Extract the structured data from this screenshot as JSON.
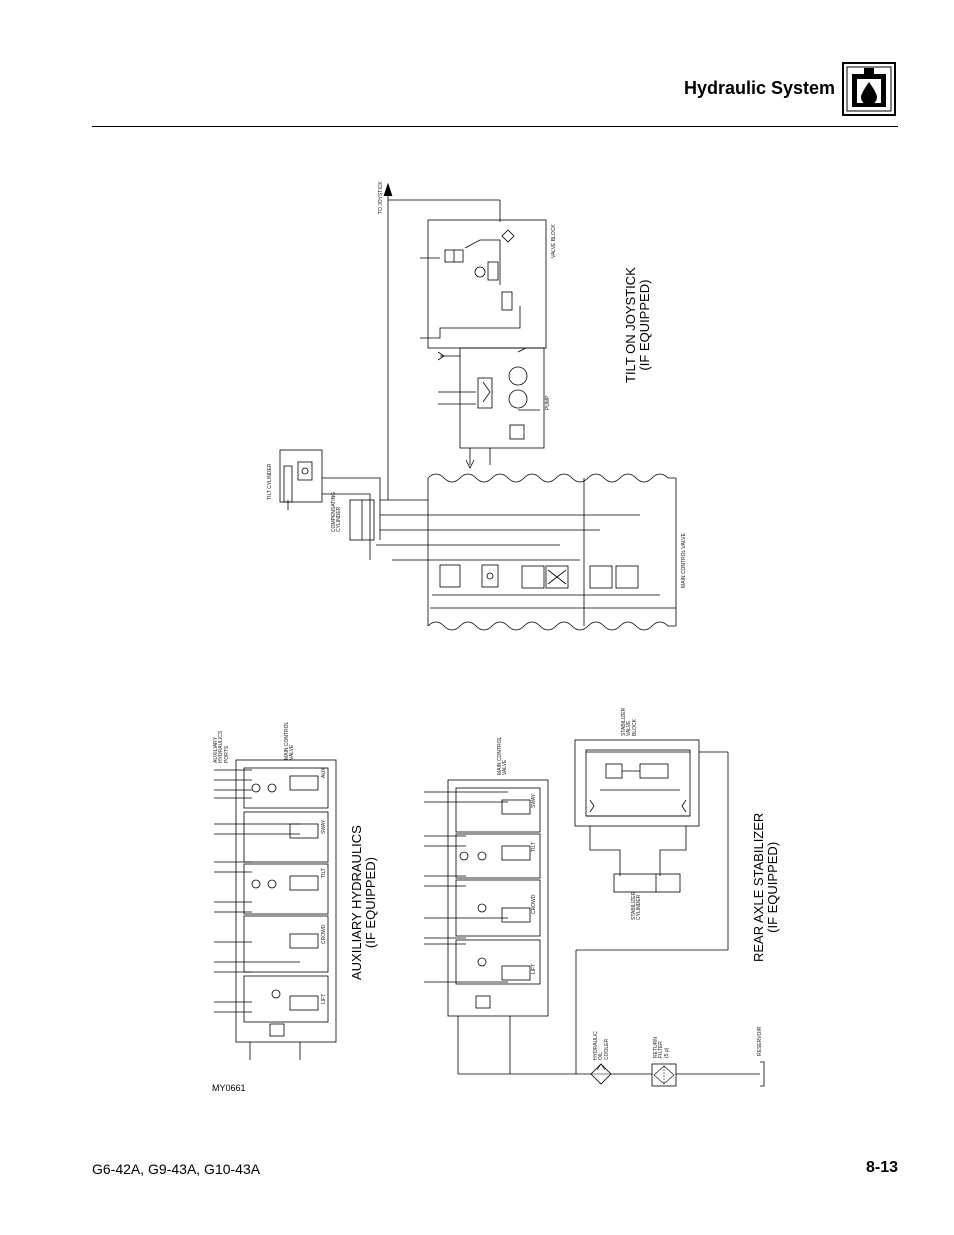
{
  "header": {
    "title": "Hydraulic System"
  },
  "footer": {
    "models": "G6-42A, G9-43A, G10-43A",
    "page": "8-13"
  },
  "figure_ref": "MY0661",
  "sections": {
    "tilt_joystick": "TILT ON JOYSTICK\n(IF EQUIPPED)",
    "auxiliary": "AUXILIARY HYDRAULICS\n(IF EQUIPPED)",
    "rear_axle": "REAR AXLE STABILIZER\n(IF EQUIPPED)"
  },
  "labels": {
    "to_joystick": "TO JOYSTICK",
    "valve_block": "VALVE BLOCK",
    "pump": "PUMP",
    "tilt_cylinder": "TILT CYLINDER",
    "compensating_cylinder": "COMPENSATING\nCYLINDER",
    "main_control_valve": "MAIN CONTROL VALVE",
    "aux_ports": "AUXILIARY\nHYDRAULICS\nPORTS",
    "main_control_valve_2": "MAIN CONTROL\nVALVE",
    "main_control_valve_3": "MAIN CONTROL\nVALVE",
    "stabilizer_valve_block": "STABILIZER\nVALVE\nBLOCK",
    "stabilizer_cylinder": "STABILIZER\nCYLINDER",
    "oil_cooler": "HYDRAULIC\nOIL\nCOOLER",
    "return_filter": "RETURN\nFILTER\n(5 μ)",
    "reservoir": "RESERVOIR",
    "aux": "AUX",
    "sway": "SWAY",
    "tilt": "TILT",
    "crowd": "CROWD",
    "lift": "LIFT",
    "sway_2": "SWAY",
    "tilt_2": "TILT",
    "crowd_2": "CROWD",
    "lift_2": "LIFT"
  }
}
